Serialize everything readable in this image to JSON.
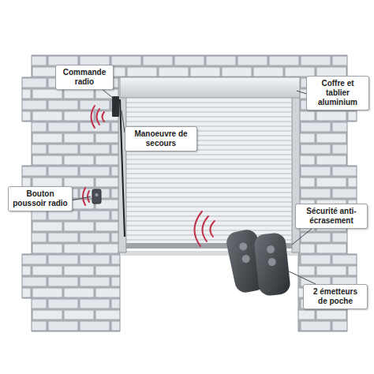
{
  "diagram": {
    "nodes": [
      {
        "text": [
          "Commande radio"
        ]
      },
      {
        "text": [
          "Manoeuvre de secours"
        ]
      },
      {
        "text": [
          "Coffre et tablier aluminium"
        ]
      },
      {
        "text": [
          "Bouton poussoir radio"
        ]
      },
      {
        "text": [
          "Sécurité anti-écrasement"
        ]
      },
      {
        "text": [
          "2 émetteurs de poche"
        ]
      }
    ]
  }
}
